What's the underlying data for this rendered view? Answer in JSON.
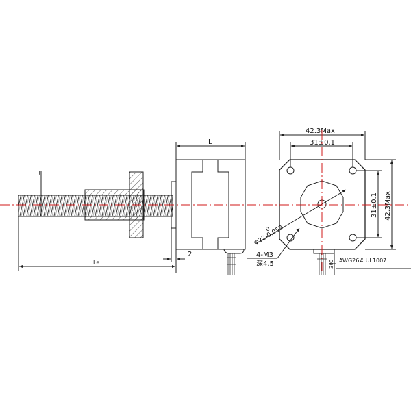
{
  "side_view": {
    "length_label": "L",
    "lead_length_label": "Le",
    "pitch_label": "T",
    "pilot_offset_label": "2"
  },
  "front_view": {
    "overall_width_label": "42.3Max",
    "hole_spacing_h_label": "31±0.1",
    "hole_spacing_v_label": "31±0.1",
    "overall_height_label": "42.3Max",
    "pilot_diameter_label": "Φ22-0.052",
    "pilot_tolerance_upper": "0",
    "mounting_holes_label": "4-M3",
    "hole_depth_label": "深4.5",
    "wire_label": "AWG26# UL1007",
    "wire_length_label": "300"
  },
  "colors": {
    "line": "#222222",
    "centerline": "#d01818"
  }
}
